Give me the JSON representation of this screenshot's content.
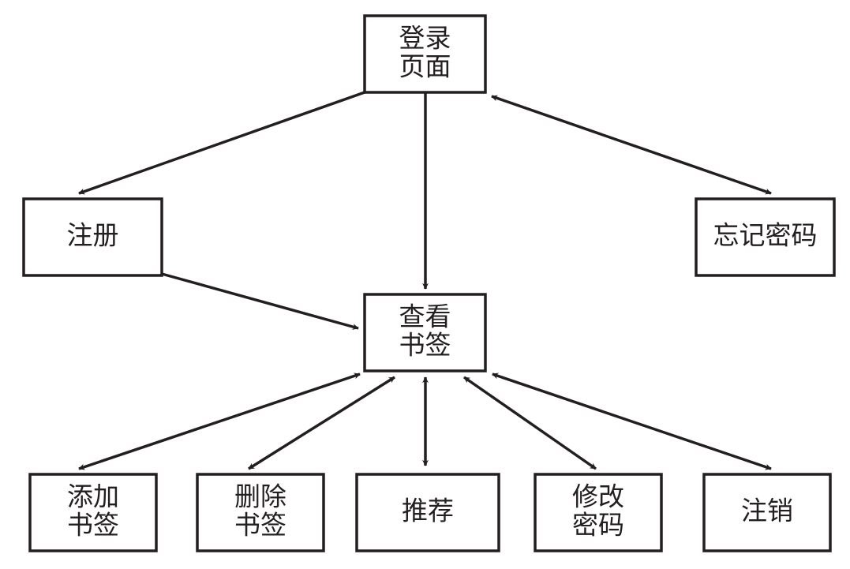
{
  "nodes": {
    "login": [
      "登录",
      "页面"
    ],
    "register": [
      "注册"
    ],
    "forgot": [
      "忘记密码"
    ],
    "view": [
      "查看",
      "书签"
    ],
    "add": [
      "添加",
      "书签"
    ],
    "delete": [
      "删除",
      "书签"
    ],
    "recommend": [
      "推荐"
    ],
    "change_pw": [
      "修改",
      "密码"
    ],
    "logout": [
      "注销"
    ]
  },
  "edges": [
    {
      "from": "login",
      "to": "register",
      "bidirectional": false
    },
    {
      "from": "login",
      "to": "view",
      "bidirectional": false
    },
    {
      "from": "login",
      "to": "forgot",
      "bidirectional": true
    },
    {
      "from": "register",
      "to": "view",
      "bidirectional": false
    },
    {
      "from": "view",
      "to": "add",
      "bidirectional": true
    },
    {
      "from": "view",
      "to": "delete",
      "bidirectional": true
    },
    {
      "from": "view",
      "to": "recommend",
      "bidirectional": true
    },
    {
      "from": "view",
      "to": "change_pw",
      "bidirectional": true
    },
    {
      "from": "view",
      "to": "logout",
      "bidirectional": true
    }
  ],
  "colors": {
    "line": "#231f20",
    "box_fill": "#ffffff"
  }
}
